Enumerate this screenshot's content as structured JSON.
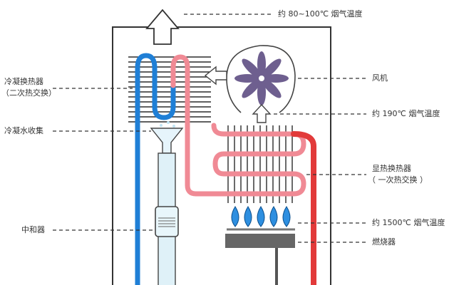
{
  "labels": {
    "exhaust_temp": "约 80~100℃ 烟气温度",
    "fan": "风机",
    "fan_exit_temp": "约 190℃ 烟气温度",
    "primary_hx_line1": "显热换热器",
    "primary_hx_line2": "（ 一次热交换 ）",
    "flame_temp": "约 1500℃ 烟气温度",
    "burner": "燃烧器",
    "condensing_hx_line1": "冷凝换热器",
    "condensing_hx_line2": "（二次热交换）",
    "condensate_collect": "冷凝水收集",
    "neutralizer": "中和器"
  },
  "colors": {
    "cold_pipe": "#1f7fd6",
    "hot_pipe": "#e23a3a",
    "warm_pipe": "#f08a95",
    "fins": "#2b2b2b",
    "flame": "#2e8fe0",
    "fan_blade": "#6e5f8f",
    "burner": "#666666",
    "condensate": "#bfe3f3",
    "casing": "#333333"
  }
}
